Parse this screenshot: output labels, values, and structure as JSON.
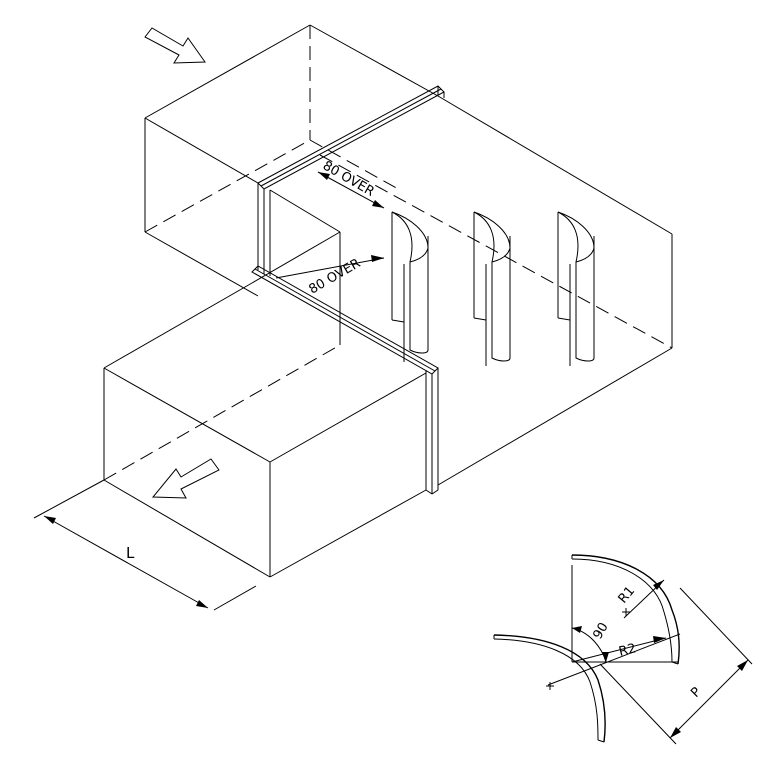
{
  "drawing": {
    "dimensions": {
      "splitter_top": "80 OVER",
      "splitter_bottom": "80 OVER",
      "length": "L",
      "radius_outer": "R1",
      "radius_inner": "R2",
      "angle": "90",
      "pitch": "P"
    }
  }
}
